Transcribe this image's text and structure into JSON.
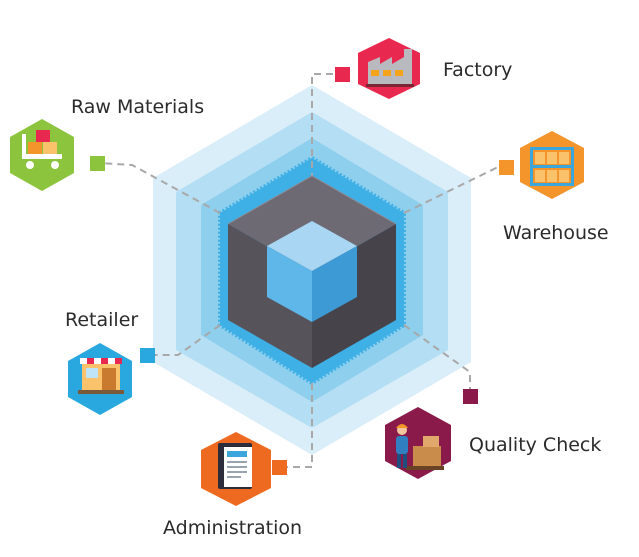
{
  "nodes": {
    "factory": {
      "label": "Factory",
      "color": "#e9284f",
      "icon": "factory-icon"
    },
    "warehouse": {
      "label": "Warehouse",
      "color": "#f4952b",
      "icon": "warehouse-shelves-icon"
    },
    "quality_check": {
      "label": "Quality Check",
      "color": "#8a1a4a",
      "icon": "inspector-icon"
    },
    "administration": {
      "label": "Administration",
      "color": "#ef6a21",
      "icon": "documents-icon"
    },
    "retailer": {
      "label": "Retailer",
      "color": "#29a8e0",
      "icon": "storefront-icon"
    },
    "raw_materials": {
      "label": "Raw Materials",
      "color": "#8cc43e",
      "icon": "hand-truck-icon"
    }
  },
  "colors": {
    "ring_outer": "#d9eef9",
    "ring_middle": "#b4def4",
    "ring_inner": "#8ecfee",
    "ring_core": "#3fb0e6",
    "cube_top": "#6d6a74",
    "cube_left": "#56535b",
    "cube_right": "#46434b",
    "inner_cube_top": "#a9d6f3",
    "inner_cube_left": "#5fb6e8",
    "inner_cube_right": "#3e9ad4",
    "connector": "#a8a8a8"
  }
}
